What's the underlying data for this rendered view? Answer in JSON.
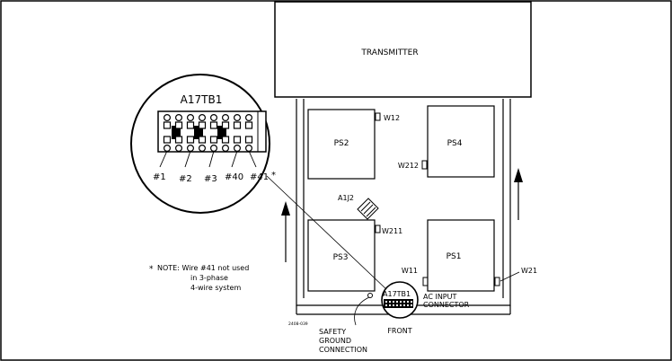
{
  "transmitter_label": "TRANSMITTER",
  "detail_title": "A17TB1",
  "detail_terminal_labels": [
    "#1",
    "#2",
    "#3",
    "#40",
    "#41"
  ],
  "detail_asterisk": "*",
  "power_supplies": {
    "ps1": "PS1",
    "ps2": "PS2",
    "ps3": "PS3",
    "ps4": "PS4"
  },
  "wires": {
    "w12": "W12",
    "w212": "W212",
    "w211": "W211",
    "w11": "W11",
    "w21": "W21"
  },
  "connector_label": "A1J2",
  "terminal_block_label": "A17TB1",
  "ac_input_line1": "AC INPUT",
  "ac_input_line2": "CONNECTOR",
  "front_label": "FRONT",
  "safety_ground": [
    "SAFETY",
    "GROUND",
    "CONNECTION"
  ],
  "note": {
    "asterisk": "*",
    "line1": "NOTE: Wire #41 not used",
    "line2": "in 3-phase",
    "line3": "4-wire system"
  },
  "drawing_number": "2408-039"
}
